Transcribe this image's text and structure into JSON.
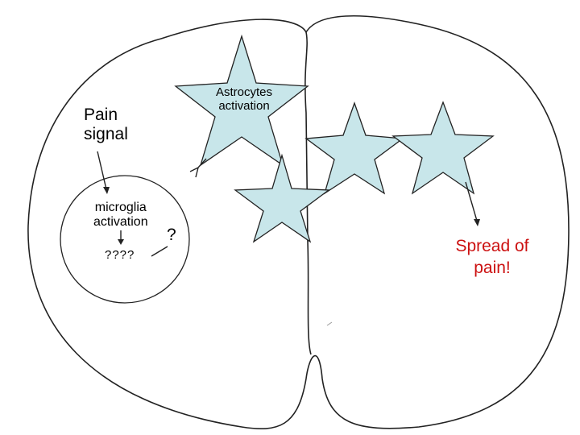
{
  "labels": {
    "pain_signal_line1": "Pain",
    "pain_signal_line2": "signal",
    "microglia_line1": "microglia",
    "microglia_line2": "activation",
    "unknown_step": "????",
    "unknown_link": "?",
    "astrocytes_line1": "Astrocytes",
    "astrocytes_line2": "activation",
    "spread_line1": "Spread of",
    "spread_line2": "pain!"
  },
  "colors": {
    "star_fill": "#c8e6ea",
    "outline": "#222222",
    "spread_text": "#cc1111"
  }
}
